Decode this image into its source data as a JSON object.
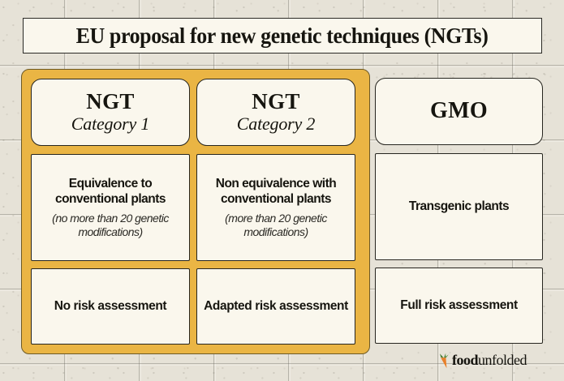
{
  "title": "EU proposal for new genetic techniques (NGTs)",
  "columns": {
    "ngt_category_1": {
      "header_title": "NGT",
      "header_subtitle": "Category 1",
      "criteria_main": "Equivalence to conventional plants",
      "criteria_note": "(no more than 20 genetic modifications)",
      "assessment": "No risk assessment"
    },
    "ngt_category_2": {
      "header_title": "NGT",
      "header_subtitle": "Category 2",
      "criteria_main": "Non equivalence with conventional plants",
      "criteria_note": "(more than 20 genetic modifications)",
      "assessment": "Adapted risk assessment"
    },
    "gmo": {
      "header_title": "GMO",
      "criteria_main": "Transgenic plants",
      "assessment": "Full risk assessment"
    }
  },
  "logo": {
    "icon": "carrot-icon",
    "text_bold": "food",
    "text_regular": "unfolded"
  },
  "colors": {
    "frame_yellow": "#eab544",
    "card_cream": "#faf7ed",
    "ink": "#16150f",
    "background_beige": "#e6e2d7",
    "carrot_orange": "#e8802a",
    "carrot_leaf_green": "#3f7a2e"
  }
}
